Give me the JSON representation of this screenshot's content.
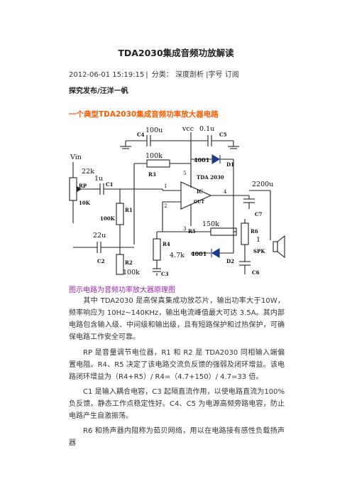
{
  "doc": {
    "title": "TDA2030集成音频功放解读",
    "meta": {
      "datetime": "2012-06-01 15:19:15",
      "divider": "|",
      "category_prefix": "分类：",
      "category": "深度剖析",
      "font_size_label": "|字号",
      "subscribe": "订阅"
    },
    "author": "探究发布/汪洋一帆",
    "section_heading": "一个典型TDA2030集成音频功率放大器电路",
    "caption": "图示电路为音频功率放大器原理图",
    "paragraphs": [
      "其中 TDA2030 是高保真集成功放芯片，输出功率大于10W，频率响应为 10Hz~140KHz，输出电流峰值最大可达 3.5A。其内部电路包含输入级、中间级和输出级，且有短路保护和过热保护，可确保电路工作安全可靠。",
      "RP 是音量调节电位器，R1 和 R2 是 TDA2030 同相输入端偏置电阻。R4、R5 决定了该电路交流负反馈的强弱及闭环增益。该电路闭环增益为（R4+R5）/ R4=（4.7+150）/ 4.7=33 倍。",
      "C1 是输入耦合电容，C3 起隔直流作用，以使电路直流为100%负反馈。静态工作点稳定性好。C4、C5 为电源高频旁路电容，防止电路产生自激振荡。",
      "R6 和扬声器内阻称为茹贝网络，用以在电路接有感性负载扬声器"
    ]
  },
  "circuit": {
    "labels": {
      "vin": "Vin",
      "vcc": "vcc",
      "rp": "RP",
      "rp_value": "22k",
      "rp_value2": "10K",
      "c1": "C1",
      "c1_value": "1u",
      "r1": "R1",
      "r1_value": "100K",
      "c2": "C2",
      "c2_value": "22u",
      "r2": "R2",
      "r2_value": "100k",
      "r3": "R3",
      "r3_value": "100k",
      "c4": "C4",
      "c4_value": "100u",
      "c5": "C5",
      "c5_value": "0.1u",
      "d1": "D1",
      "d1_part": "4001",
      "d2": "D2",
      "d2_part": "4001",
      "ic": "IC",
      "ic_part": "TDA 2030",
      "ic_out": "OUT",
      "pin1": "1",
      "pin2": "2",
      "pin3": "3",
      "pin4": "4",
      "pin5": "5",
      "r4": "R4",
      "r4_value": "4.7k",
      "r5": "R5",
      "r5_value": "150k",
      "c3": "C3",
      "r6": "R6",
      "r6_value": "1",
      "c6": "C6",
      "c7": "C7",
      "c7_value": "2200u",
      "spk": "SPK"
    }
  }
}
